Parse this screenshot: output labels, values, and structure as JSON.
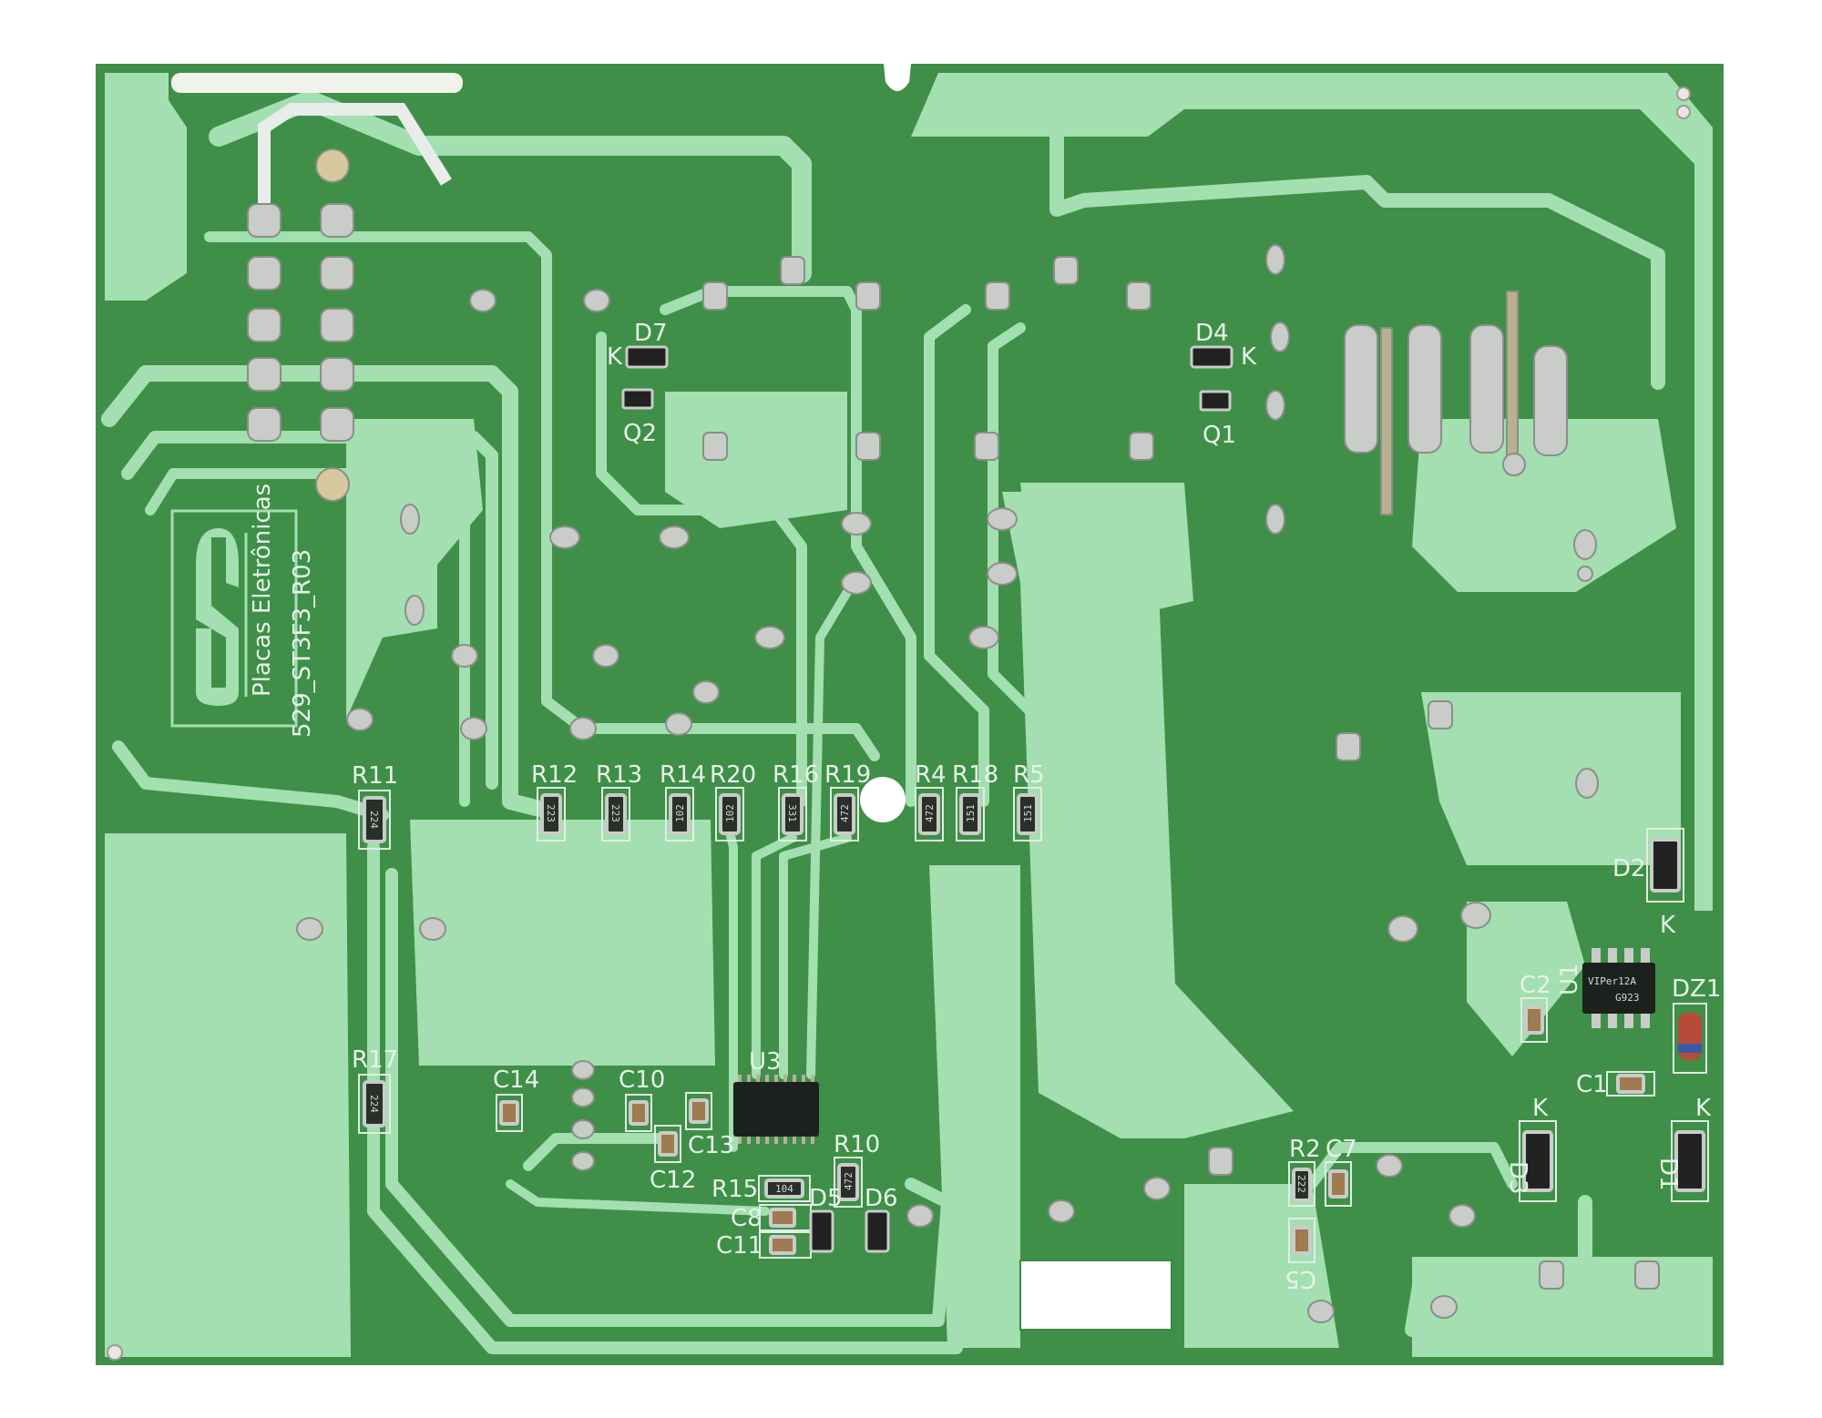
{
  "board": {
    "part_number": "529_ST3F3_R03",
    "logo": {
      "mark": "S",
      "brand": "Placas Eletrônicas"
    },
    "colors": {
      "substrate": "#3f8f48",
      "copper_mask": "#a3dfb0",
      "silkscreen": "#e6f3ea",
      "pad": "#c9ccc8"
    }
  },
  "resistors": [
    {
      "ref": "R11",
      "code": "224"
    },
    {
      "ref": "R17",
      "code": "224"
    },
    {
      "ref": "R12",
      "code": "223"
    },
    {
      "ref": "R13",
      "code": "223"
    },
    {
      "ref": "R14",
      "code": "102"
    },
    {
      "ref": "R20",
      "code": "102"
    },
    {
      "ref": "R16",
      "code": "331"
    },
    {
      "ref": "R19",
      "code": "472"
    },
    {
      "ref": "R4",
      "code": "472"
    },
    {
      "ref": "R18",
      "code": "151"
    },
    {
      "ref": "R5",
      "code": "151"
    },
    {
      "ref": "R10",
      "code": "472"
    },
    {
      "ref": "R15",
      "code": "104"
    },
    {
      "ref": "R2",
      "code": "222"
    }
  ],
  "capacitors": [
    "C14",
    "C10",
    "C12",
    "C13",
    "C8",
    "C11",
    "C2",
    "C1",
    "C7",
    "C5"
  ],
  "diodes": [
    "D7",
    "D4",
    "D5",
    "D6",
    "D2",
    "D3",
    "D1",
    "DZ1"
  ],
  "transistors": [
    "Q2",
    "Q1"
  ],
  "ics": [
    {
      "ref": "U3",
      "marking": ""
    },
    {
      "ref": "U1",
      "marking": "VIPer12A",
      "lot": "G923"
    }
  ],
  "cathode_mark": "K"
}
